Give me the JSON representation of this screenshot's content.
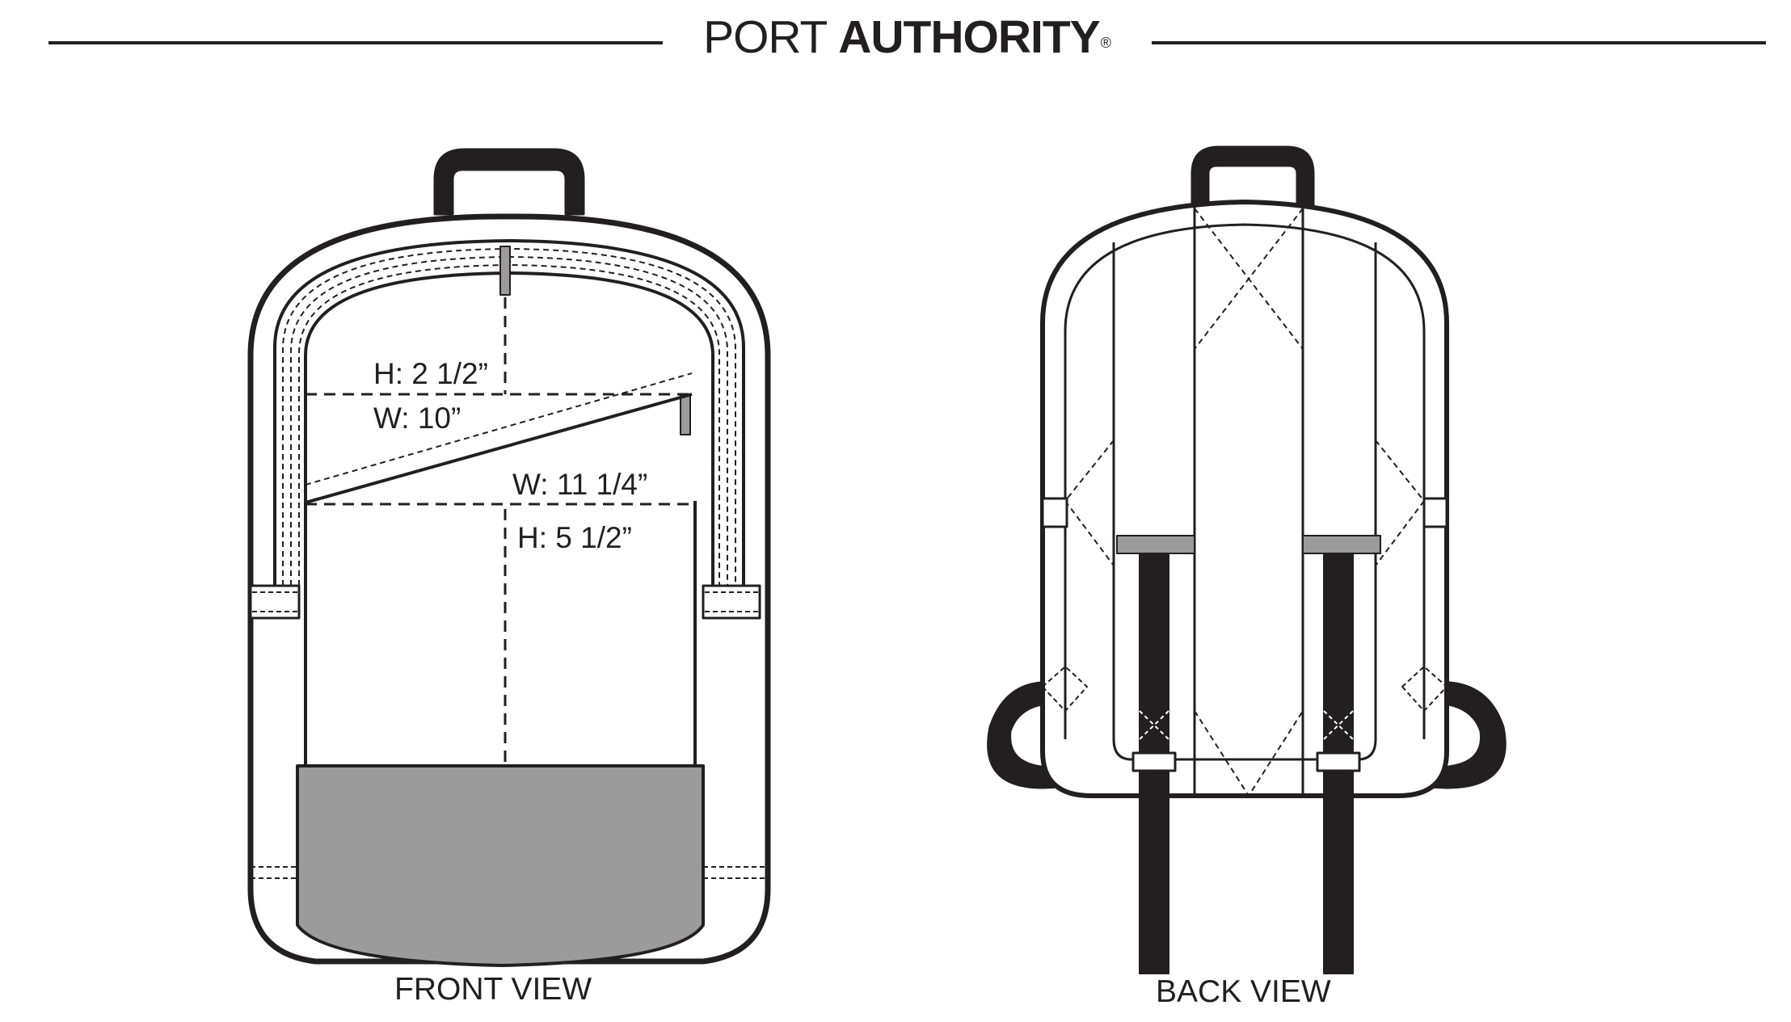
{
  "brand": {
    "light": "PORT ",
    "bold": "AUTHORITY",
    "registered": "®"
  },
  "views": {
    "front": {
      "label": "FRONT VIEW"
    },
    "back": {
      "label": "BACK VIEW"
    }
  },
  "dimensions": {
    "top_pocket_height": "H: 2 1/2”",
    "top_pocket_width": "W: 10”",
    "front_pocket_width": "W: 11 1/4”",
    "front_pocket_height": "H: 5 1/2”"
  },
  "colors": {
    "outline": "#231f20",
    "strap": "#231f20",
    "base_panel": "#9b9b9b",
    "webbing": "#9b9b9b"
  }
}
